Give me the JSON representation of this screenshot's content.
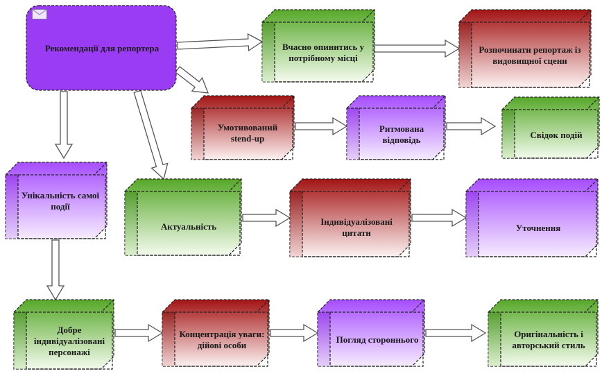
{
  "colors": {
    "purple_root": "#9b3cf5",
    "purple_top": "#a64dff",
    "purple_bottom": "#f3e6ff",
    "green_top": "#4d9f1f",
    "green_bottom": "#f2fbea",
    "red_top": "#a01010",
    "red_bottom": "#fbeeee",
    "arrow_fill": "#ffffff",
    "arrow_stroke": "#555555"
  },
  "icons": {
    "root_icon": "envelope-icon"
  },
  "nodes": {
    "root": "Рекомендації для репортера",
    "on_time": "Вчасно опинитись у потрібному місці",
    "start_scene": "Розпочинати репортаж із видовищної сцени",
    "motivated": "Умотивований stend-up",
    "rhythmic": "Ритмована відповідь",
    "witness": "Свідок подій",
    "uniqueness": "Унікальність самої події",
    "relevance": "Актуальність",
    "individual_quotes": "Індивідуалізовані цитати",
    "clarification": "Уточнення",
    "characters": "Добре індивідуалізовані персонажі",
    "concentration": "Концентрація уваги: дійові особи",
    "outsider": "Погляд стороннього",
    "originality": "Оригінальність і авторський стиль"
  }
}
